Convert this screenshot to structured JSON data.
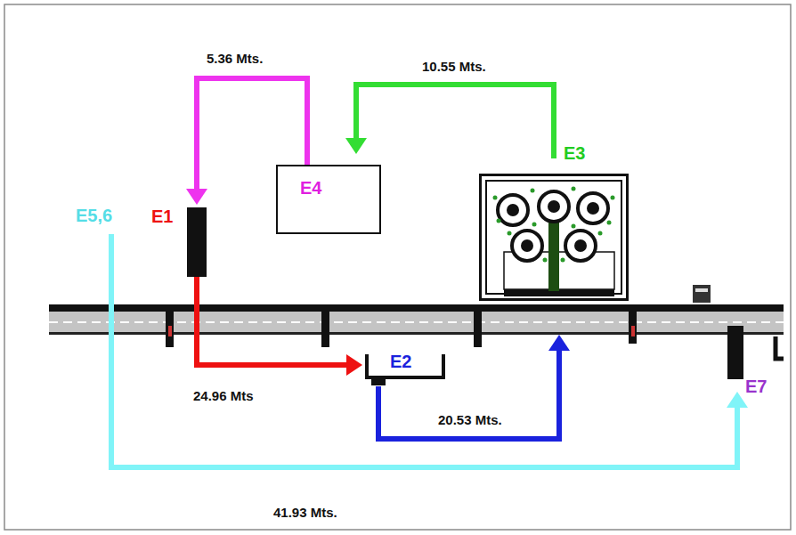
{
  "diagram": {
    "nodes": [
      {
        "text": [
          "E1"
        ]
      },
      {
        "text": [
          "E2"
        ]
      },
      {
        "text": [
          "E3"
        ]
      },
      {
        "text": [
          "E4"
        ]
      },
      {
        "text": [
          "E5,6"
        ]
      },
      {
        "text": [
          "E7"
        ]
      }
    ],
    "edges": [
      {
        "from": 3,
        "to": 0,
        "arrow": "to",
        "label": "5.36 Mts."
      },
      {
        "from": 2,
        "to": 3,
        "arrow": "to",
        "label": "10.55 Mts."
      },
      {
        "from": 0,
        "to": 1,
        "arrow": "to",
        "label": "24.96 Mts"
      },
      {
        "from": 1,
        "to": 2,
        "arrow": "to",
        "label": "20.53 Mts."
      },
      {
        "from": 4,
        "to": 5,
        "arrow": "to",
        "label": "41.93 Mts."
      }
    ]
  }
}
